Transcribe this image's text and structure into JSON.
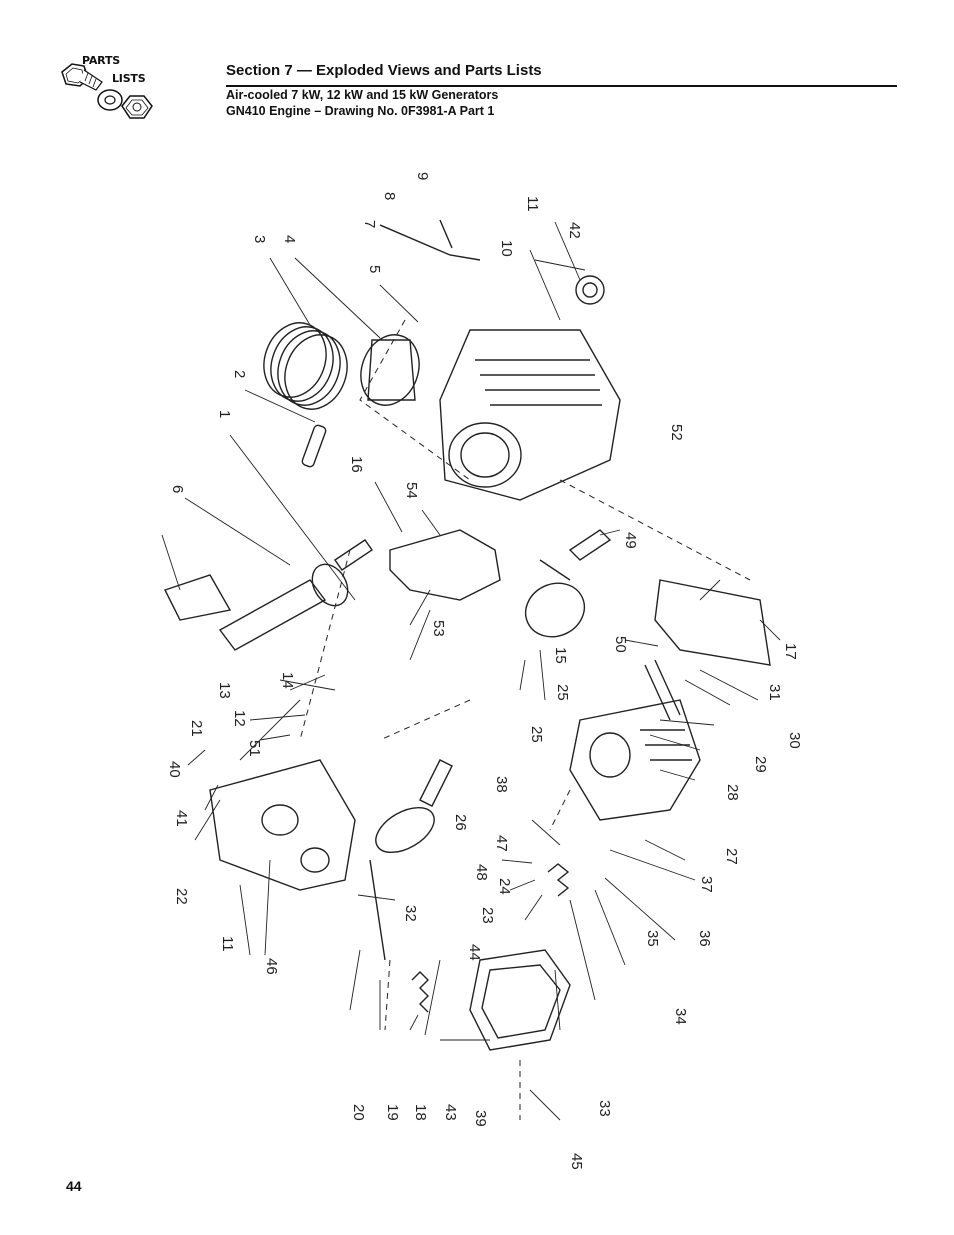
{
  "logo": {
    "line1": "PARTS",
    "line2": "LISTS"
  },
  "header": {
    "section_title": "Section 7 — Exploded Views and Parts Lists",
    "subtitle_line1": "Air-cooled 7 kW, 12 kW and 15 kW Generators",
    "subtitle_line2": "GN410 Engine – Drawing No. 0F3981-A Part 1"
  },
  "callouts": [
    "1",
    "2",
    "3",
    "4",
    "5",
    "6",
    "7",
    "8",
    "9",
    "10",
    "11",
    "12",
    "13",
    "14",
    "15",
    "16",
    "17",
    "18",
    "19",
    "20",
    "21",
    "22",
    "23",
    "24",
    "25",
    "26",
    "27",
    "28",
    "29",
    "30",
    "31",
    "32",
    "33",
    "34",
    "35",
    "36",
    "37",
    "38",
    "39",
    "40",
    "41",
    "42",
    "43",
    "44",
    "45",
    "46",
    "47",
    "48",
    "49",
    "50",
    "51",
    "52",
    "53",
    "54"
  ],
  "page_number": "44"
}
